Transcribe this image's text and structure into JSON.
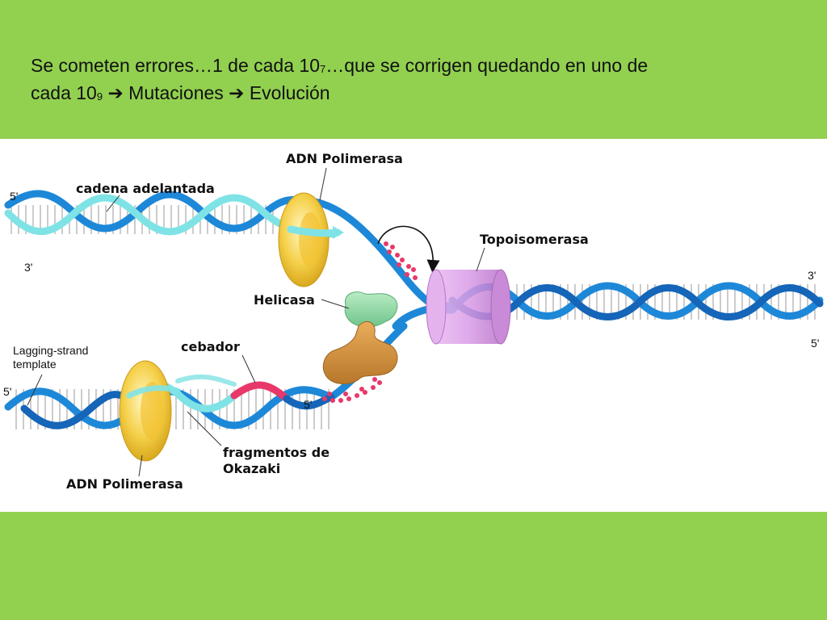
{
  "slide": {
    "line1_part1": "Se cometen errores…1 de cada 10",
    "line1_sup1": "7",
    "line1_part2": "…que se corrigen quedando en uno de",
    "line2_part1": "cada 10",
    "line2_sup": "9",
    "line2_part2": "  Mutaciones  Evolución",
    "arrow_icon": "right-arrow-icon"
  },
  "diagram": {
    "labels": {
      "adn_polimerasa_top": "ADN Polimerasa",
      "cadena_adelantada": "cadena adelantada",
      "topoisomerasa": "Topoisomerasa",
      "helicasa": "Helicasa",
      "cebador": "cebador",
      "lagging_line1": "Lagging-strand",
      "lagging_line2": "template",
      "fragmentos_line1": "fragmentos de",
      "fragmentos_line2": "Okazaki",
      "adn_polimerasa_bottom": "ADN Polimerasa"
    },
    "strand_ends": {
      "top_left_5": "5'",
      "top_left_3": "3'",
      "right_3": "3'",
      "right_5": "5'",
      "bottom_left_5": "5'",
      "primer_5": "5'"
    },
    "colors": {
      "strand_blue": "#1e88d8",
      "new_strand_cyan": "#7fe3e6",
      "primer_red": "#e8386a",
      "polimerasa_yellow": "#f5d04a",
      "topoisomerasa_violet": "#d99be6",
      "helicasa_green": "#8fd6a3",
      "primasa_orange": "#d9963a",
      "background_green": "#92d050"
    }
  }
}
